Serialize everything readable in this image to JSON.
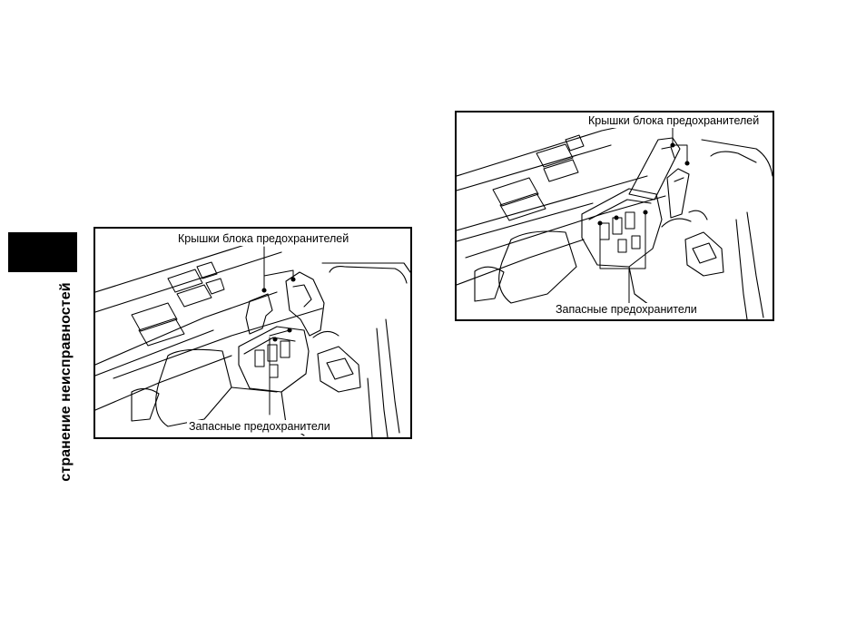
{
  "side_tab": {
    "title": "странение неисправностей"
  },
  "figure_left": {
    "top_label": "Крышки блока предохранителей",
    "bottom_label": "Запасные предохранители"
  },
  "figure_right": {
    "top_label": "Крышки блока предохранителей",
    "bottom_label": "Запасные предохранители"
  }
}
